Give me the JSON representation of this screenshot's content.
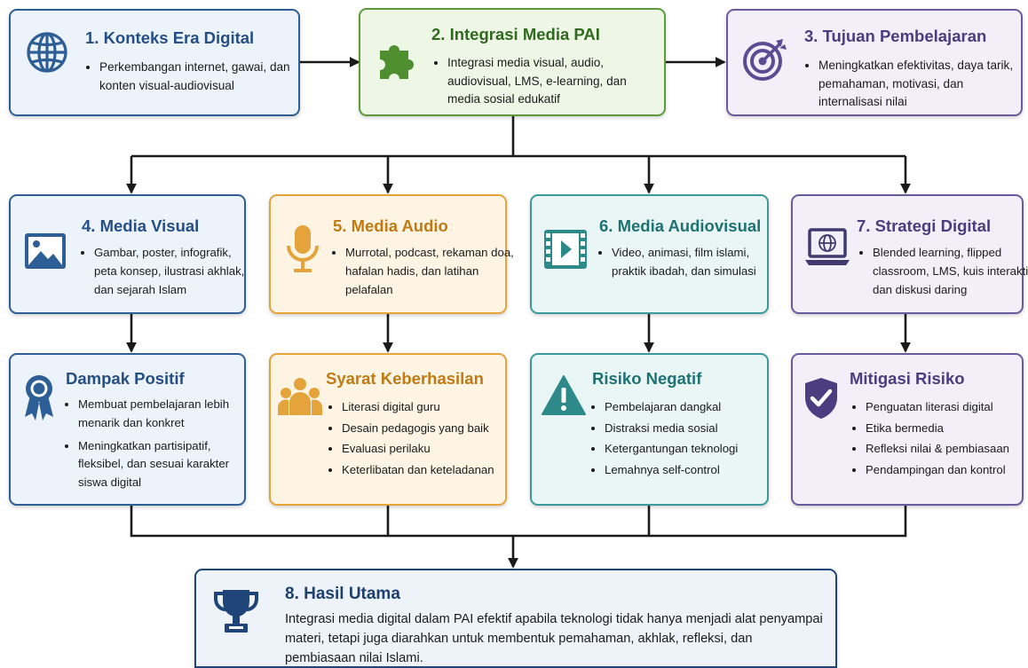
{
  "nodes": {
    "n1": {
      "title": "1. Konteks Era Digital",
      "items": [
        "Perkembangan internet, gawai, dan konten visual-audiovisual"
      ],
      "icon": "globe-icon"
    },
    "n2": {
      "title": "2. Integrasi Media PAI",
      "items": [
        "Integrasi media visual, audio, audiovisual, LMS, e-learning, dan media sosial edukatif"
      ],
      "icon": "puzzle-icon"
    },
    "n3": {
      "title": "3. Tujuan Pembelajaran",
      "items": [
        "Meningkatkan efektivitas, daya tarik, pemahaman, motivasi, dan internalisasi nilai"
      ],
      "icon": "target-icon"
    },
    "n4": {
      "title": "4. Media Visual",
      "items": [
        "Gambar, poster, infografik, peta konsep, ilustrasi akhlak, dan sejarah Islam"
      ],
      "icon": "image-icon"
    },
    "n5": {
      "title": "5. Media Audio",
      "items": [
        "Murrotal, podcast, rekaman doa, hafalan hadis, dan latihan pelafalan"
      ],
      "icon": "microphone-icon"
    },
    "n6": {
      "title": "6. Media Audiovisual",
      "items": [
        "Video, animasi, film islami, praktik ibadah, dan simulasi"
      ],
      "icon": "film-icon"
    },
    "n7": {
      "title": "7. Strategi Digital",
      "items": [
        "Blended learning, flipped classroom, LMS, kuis interaktif, dan diskusi daring"
      ],
      "icon": "laptop-icon"
    },
    "n8": {
      "title": "Dampak Positif",
      "items": [
        "Membuat pembelajaran lebih menarik dan konkret",
        "Meningkatkan partisipatif, fleksibel, dan sesuai karakter siswa digital"
      ],
      "icon": "award-icon"
    },
    "n9": {
      "title": "Syarat Keberhasilan",
      "items": [
        "Literasi digital guru",
        "Desain pedagogis yang baik",
        "Evaluasi perilaku",
        "Keterlibatan dan keteladanan"
      ],
      "icon": "people-icon"
    },
    "n10": {
      "title": "Risiko Negatif",
      "items": [
        "Pembelajaran dangkal",
        "Distraksi media sosial",
        "Ketergantungan teknologi",
        "Lemahnya self-control"
      ],
      "icon": "warning-icon"
    },
    "n11": {
      "title": "Mitigasi Risiko",
      "items": [
        "Penguatan literasi digital",
        "Etika bermedia",
        "Refleksi nilai & pembiasaan",
        "Pendampingan dan kontrol"
      ],
      "icon": "shield-check-icon"
    },
    "n12": {
      "title": "8. Hasil Utama",
      "text": "Integrasi media digital dalam PAI efektif apabila teknologi tidak hanya menjadi alat penyampai materi, tetapi juga diarahkan untuk membentuk pemahaman, akhlak, refleksi, dan pembiasaan nilai Islami.",
      "icon": "trophy-icon"
    }
  },
  "colors": {
    "connector": "#1a1a1a",
    "blue": "#2d5e96",
    "green": "#5c9a3c",
    "purple": "#6b5b9e",
    "orange": "#e5a33b",
    "teal": "#3b9a99",
    "navy": "#1f4578"
  }
}
